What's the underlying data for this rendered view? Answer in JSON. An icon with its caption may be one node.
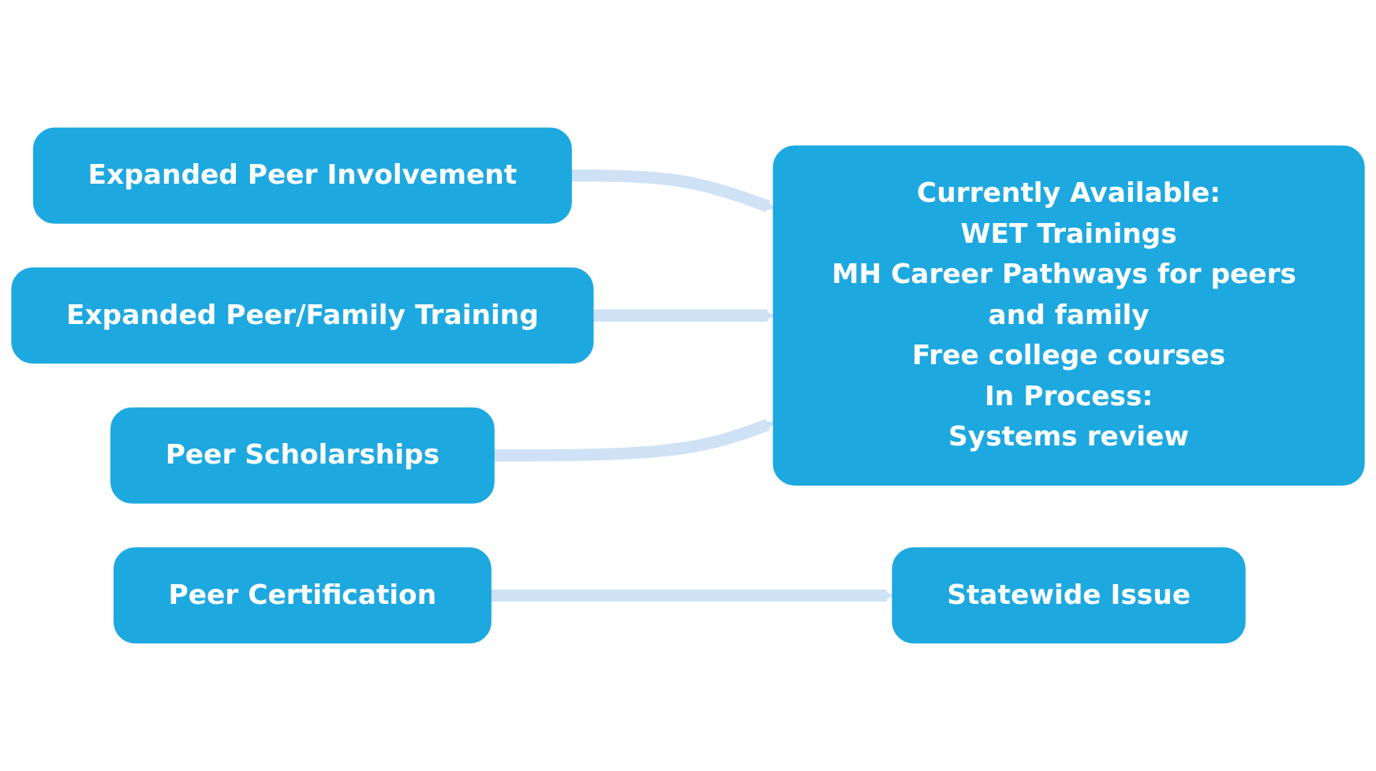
{
  "diagram": {
    "nodes": [
      {
        "text": [
          "Expanded Peer Involvement"
        ]
      },
      {
        "text": [
          "Expanded Peer/Family Training"
        ]
      },
      {
        "text": [
          "Peer Scholarships"
        ]
      },
      {
        "text": [
          "Peer Certification"
        ]
      },
      {
        "text": [
          "Currently Available:",
          "WET Trainings",
          "MH Career Pathways for peers and family",
          "Free college courses",
          "In Process:",
          "Systems review"
        ]
      },
      {
        "text": [
          "Statewide Issue"
        ]
      }
    ],
    "edges": [
      {
        "from": 0,
        "to": 4,
        "arrow": "to"
      },
      {
        "from": 1,
        "to": 4,
        "arrow": "to"
      },
      {
        "from": 2,
        "to": 4,
        "arrow": "to"
      },
      {
        "from": 3,
        "to": 5,
        "arrow": "to"
      }
    ]
  }
}
